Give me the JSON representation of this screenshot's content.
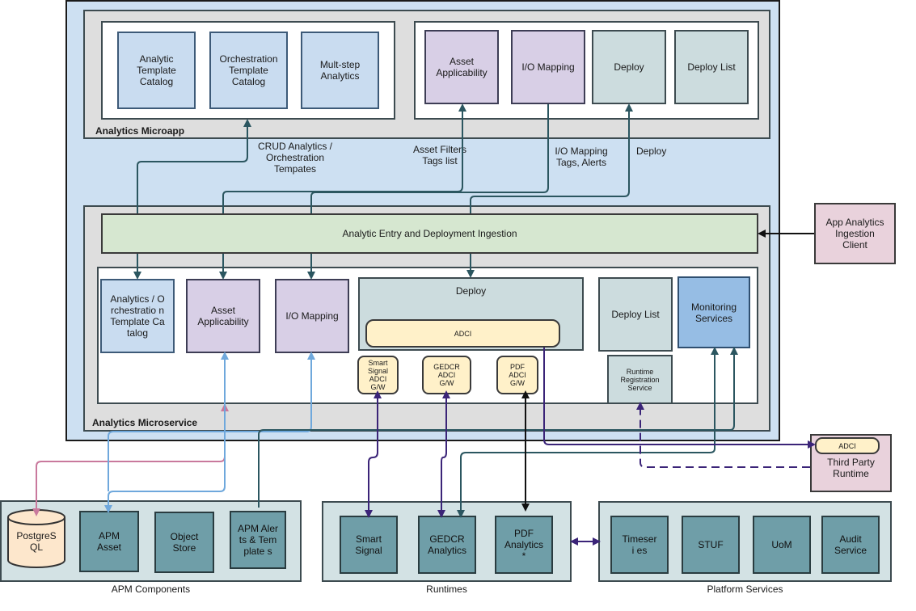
{
  "microapp": {
    "label": "Analytics Microapp",
    "analytic_template_catalog": "Analytic Template Catalog",
    "orchestration_template_catalog": "Orchestration Template Catalog",
    "multistep_analytics": "Mult-step Analytics",
    "asset_applicability": "Asset Applicability",
    "io_mapping": "I/O Mapping",
    "deploy": "Deploy",
    "deploy_list": "Deploy List"
  },
  "edges": {
    "crud": "CRUD Analytics / Orchestration Tempates",
    "asset_filters": "Asset Filters Tags list",
    "io_mapping_tags": "I/O Mapping Tags, Alerts",
    "deploy": "Deploy"
  },
  "ingestion": {
    "label": "Analytic Entry and Deployment Ingestion",
    "client": "App Analytics Ingestion Client"
  },
  "microservice": {
    "label": "Analytics Microservice",
    "catalog": "Analytics / Orchestratio n Template Catalog",
    "asset_applicability": "Asset Applicability",
    "io_mapping": "I/O Mapping",
    "deploy": "Deploy",
    "adci": "ADCI",
    "deploy_list": "Deploy List",
    "monitoring": "Monitoring Services",
    "runtime_registration": "Runtime Registration Service",
    "smart_signal_gw": "Smart Signal ADCI G/W",
    "gedcr_gw": "GEDCR ADCI G/W",
    "pdf_gw": "PDF ADCI G/W"
  },
  "third_party": {
    "adci": "ADCI",
    "label": "Third Party Runtime"
  },
  "apm": {
    "label": "APM Components",
    "postgres": "PostgreS QL",
    "apm_asset": "APM Asset",
    "object_store": "Object Store",
    "alerts_templates": "APM Alerts & Template s"
  },
  "runtimes": {
    "label": "Runtimes",
    "smart_signal": "Smart Signal",
    "gedcr": "GEDCR Analytics",
    "pdf": "PDF Analytics *"
  },
  "platform": {
    "label": "Platform Services",
    "timeseries": "Timeseri es",
    "stuf": "STUF",
    "uom": "UoM",
    "audit": "Audit Service"
  }
}
